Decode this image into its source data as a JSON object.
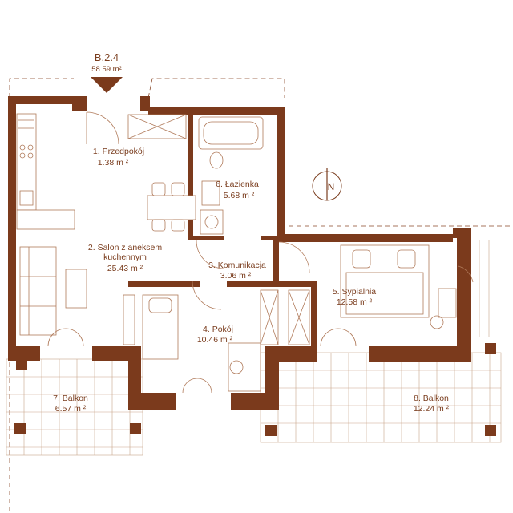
{
  "unit": {
    "code": "B.2.4",
    "area": "58.59 m²"
  },
  "rooms": [
    {
      "name": "1. Przedpokój",
      "area": "1.38 m ²"
    },
    {
      "name": "2. Salon z aneksem",
      "name2": "kuchennym",
      "area": "25.43 m ²"
    },
    {
      "name": "3. Komunikacja",
      "area": "3.06 m ²"
    },
    {
      "name": "4. Pokój",
      "area": "10.46 m ²"
    },
    {
      "name": "5. Sypialnia",
      "area": "12.58 m ²"
    },
    {
      "name": "6. Łazienka",
      "area": "5.68 m ²"
    },
    {
      "name": "7. Balkon",
      "area": "6.57 m ²"
    },
    {
      "name": "8. Balkon",
      "area": "12.24 m ²"
    }
  ],
  "compass": {
    "letter": "N",
    "icon": "north-compass-icon"
  },
  "colors": {
    "wall": "#7b3a1c",
    "text": "#7a3d1e",
    "line": "#b07a5a"
  }
}
